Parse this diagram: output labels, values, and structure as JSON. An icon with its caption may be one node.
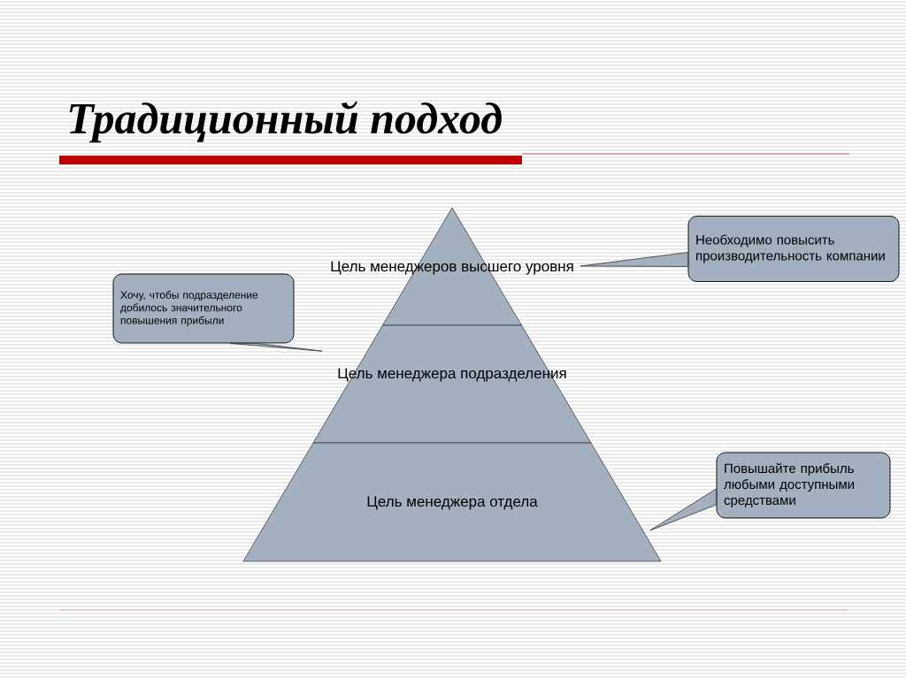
{
  "diagram": {
    "title": "Традиционный подход",
    "nodes": [
      {
        "text": [
          "Цель менеджеров высшего уровня"
        ]
      },
      {
        "text": [
          "Цель менеджера подразделения"
        ]
      },
      {
        "text": [
          "Цель менеджера отдела"
        ]
      },
      {
        "text": [
          "Необходимо повысить производительность компании"
        ]
      },
      {
        "text": [
          "Хочу, чтобы подразделение добилось значительного повышения прибыли"
        ]
      },
      {
        "text": [
          "Повышайте прибыль любыми доступными средствами"
        ]
      }
    ],
    "edges": [
      {
        "from": 3,
        "to": 0,
        "arrow": "none"
      },
      {
        "from": 4,
        "to": 1,
        "arrow": "none"
      },
      {
        "from": 5,
        "to": 2,
        "arrow": "none"
      }
    ]
  }
}
